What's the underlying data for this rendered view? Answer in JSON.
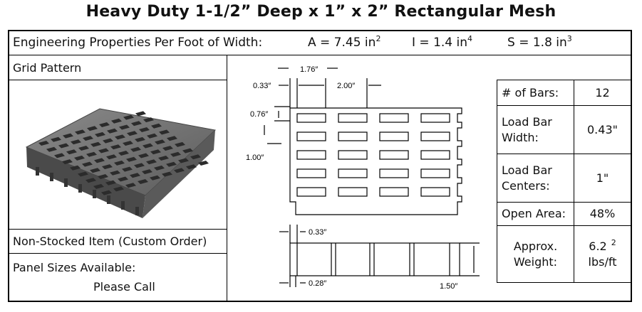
{
  "title": "Heavy Duty 1-1/2” Deep x 1” x 2” Rectangular Mesh",
  "properties": {
    "label": "Engineering Properties Per Foot of Width:",
    "area": "A = 7.45 in",
    "area_exp": "2",
    "inertia": "I = 1.4 in",
    "inertia_exp": "4",
    "section": "S = 1.8 in",
    "section_exp": "3"
  },
  "grid_pattern_label": "Grid Pattern",
  "non_stocked": "Non-Stocked Item (Custom Order)",
  "panel_sizes": {
    "label": "Panel Sizes Available:",
    "value": "Please Call"
  },
  "dimensions": {
    "d1": "1.76″",
    "d2": "0.33″",
    "d3": "2.00″",
    "d4": "0.76″",
    "d5": "1.00″",
    "d6": "0.33″",
    "d7": "0.28″",
    "d8": "1.50″"
  },
  "specs": [
    {
      "label": "# of Bars:",
      "value": "12"
    },
    {
      "label": "Load Bar Width:",
      "value": "0.43\""
    },
    {
      "label": "Load Bar Centers:",
      "value": "1\""
    },
    {
      "label": "Open Area:",
      "value": "48%"
    }
  ],
  "weight": {
    "label_line1": "Approx.",
    "label_line2": "Weight:",
    "value": "6.2",
    "exp": "2",
    "unit": "lbs/ft"
  },
  "colors": {
    "grating": "#6f6f6f",
    "line": "#000000"
  }
}
